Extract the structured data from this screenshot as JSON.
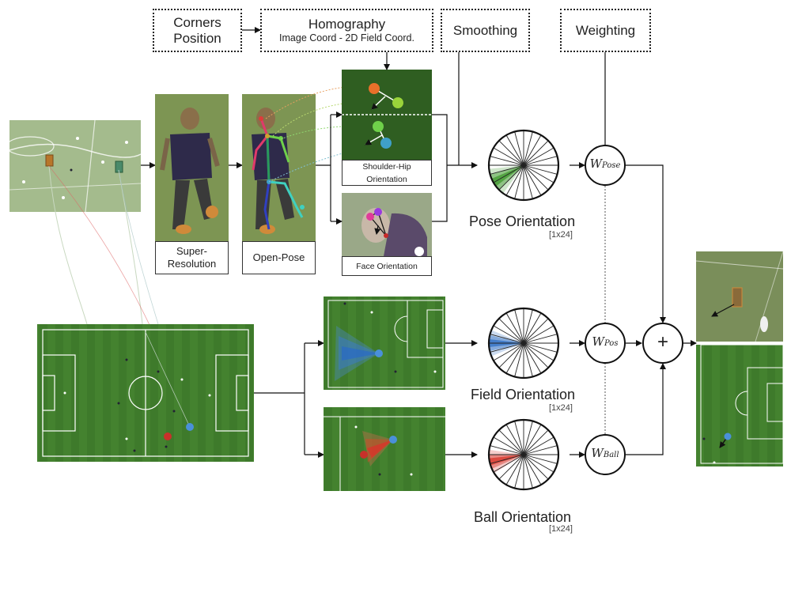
{
  "top_boxes": {
    "corners": {
      "line1": "Corners",
      "line2": "Position"
    },
    "homography": {
      "line1": "Homography",
      "line2": "Image Coord - 2D Field Coord."
    },
    "smoothing": {
      "line1": "Smoothing"
    },
    "weighting": {
      "line1": "Weighting"
    }
  },
  "stage_labels": {
    "super_resolution": "Super-\nResolution",
    "open_pose": "Open-Pose",
    "shoulder_hip": "Shoulder-Hip\nOrientation",
    "face_orientation": "Face Orientation"
  },
  "outputs": {
    "pose": {
      "title": "Pose Orientation",
      "size": "[1x24]"
    },
    "field": {
      "title": "Field Orientation",
      "size": "[1x24]"
    },
    "ball": {
      "title": "Ball Orientation",
      "size": "[1x24]"
    }
  },
  "weights": {
    "pose": {
      "symbol": "W",
      "subscript": "Pose"
    },
    "pos": {
      "symbol": "W",
      "subscript": "Pos"
    },
    "ball": {
      "symbol": "W",
      "subscript": "Ball"
    }
  },
  "combine_symbol": "+",
  "colors": {
    "pitch": "#3f7a2c",
    "pitch_dark": "#2f5e21",
    "pose_wedge": "#3f9a2e",
    "field_wedge": "#2f6fc4",
    "ball_wedge": "#d8352a",
    "ball_marker": "#c8312a",
    "player_marker": "#4a90d9",
    "nose_marker": "#e8702a",
    "neck_marker": "#9ad43a",
    "shoulder_marker": "#6fd04a",
    "hip_marker": "#3fa0c8"
  },
  "polar_bins": 24
}
